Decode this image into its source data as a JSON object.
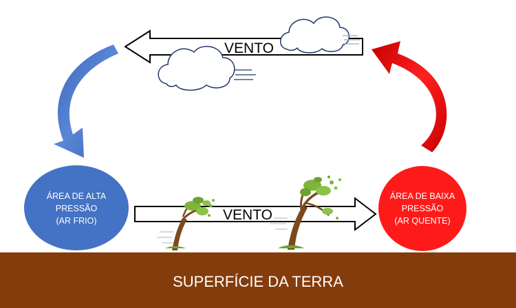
{
  "diagram": {
    "top_arrow_label": "VENTO",
    "bottom_arrow_label": "VENTO",
    "high_pressure": {
      "line1": "ÁREA DE ALTA",
      "line2": "PRESSÃO",
      "line3": "(AR FRIO)"
    },
    "low_pressure": {
      "line1": "ÁREA DE BAIXA",
      "line2": "PRESSÃO",
      "line3": "(AR QUENTE)"
    },
    "ground_label": "SUPERFÍCIE DA TERRA"
  },
  "colors": {
    "high_pressure_fill": "#4472C4",
    "high_pressure_curve": "#4472C4",
    "low_pressure_fill": "#FF1A1A",
    "low_pressure_curve": "#E81010",
    "ground": "#843C0C",
    "ground_text": "#FFFFFF",
    "circle_text": "#FFFFFF",
    "arrow_outline": "#000000",
    "tree_trunk": "#7A4A1E",
    "tree_leaves": "#7DB43A"
  },
  "icons": {
    "tree_left": "windblown-tree-icon",
    "tree_right": "windblown-tree-icon",
    "cloud_top": "cloud-icon",
    "cloud_bottom": "cloud-icon"
  }
}
